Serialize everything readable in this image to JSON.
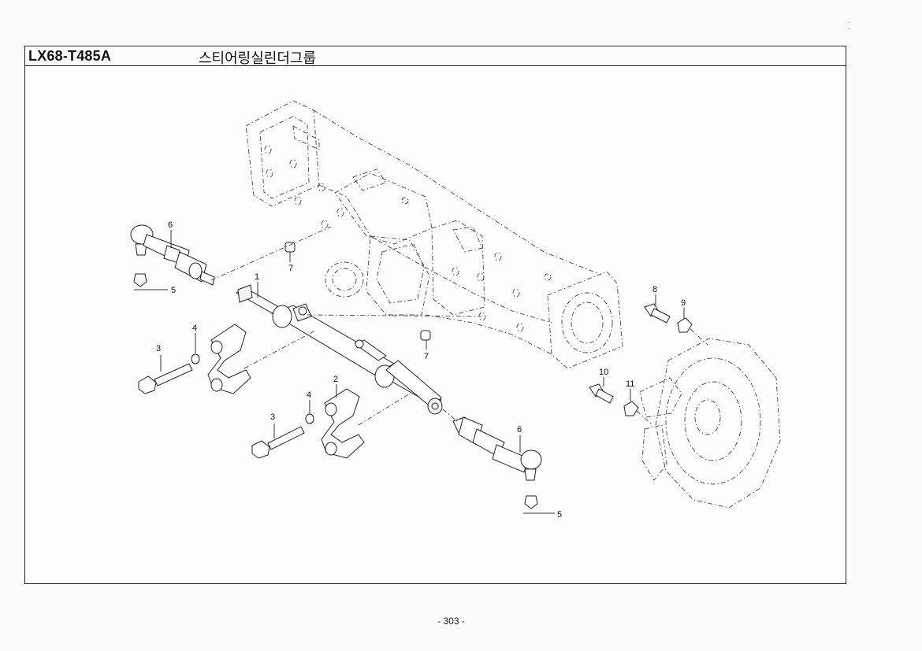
{
  "header": {
    "model_code": "LX68-T485A",
    "group_name": "스티어링실린더그룹"
  },
  "page_number": "- 303 -",
  "callouts": [
    "1",
    "2",
    "3",
    "3",
    "4",
    "4",
    "5",
    "5",
    "6",
    "6",
    "7",
    "7",
    "8",
    "9",
    "10",
    "11"
  ]
}
